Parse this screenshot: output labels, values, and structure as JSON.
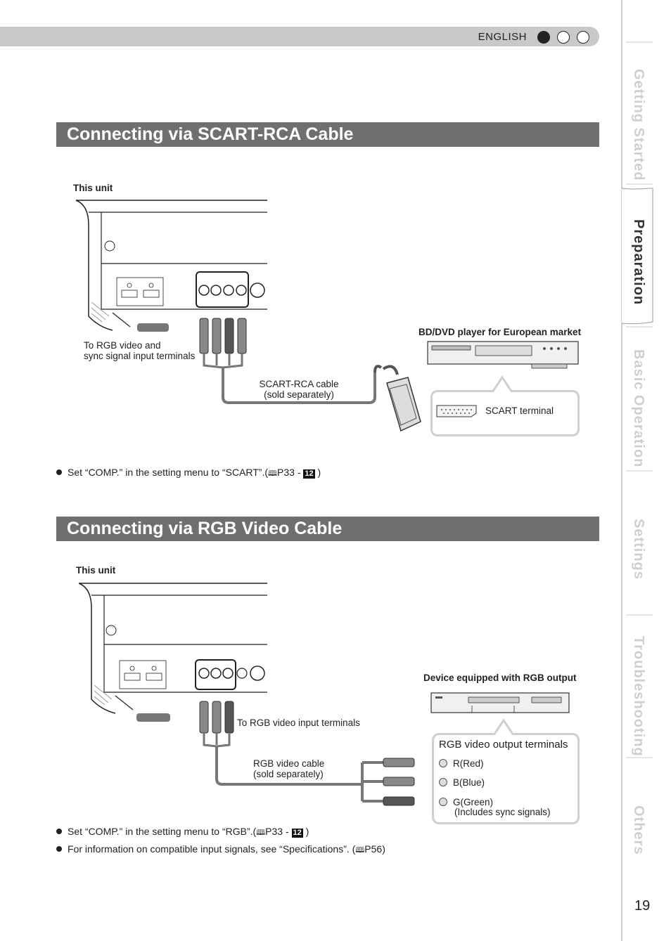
{
  "header": {
    "language": "ENGLISH"
  },
  "section1": {
    "title": "Connecting via SCART-RCA Cable",
    "unit_label": "This unit",
    "input_label_1": "To RGB video and",
    "input_label_2": "sync signal input terminals",
    "cable_label_1": "SCART-RCA cable",
    "cable_label_2": "(sold separately)",
    "device_label": "BD/DVD player for European market",
    "terminal_label": "SCART terminal",
    "note": "Set “COMP.” in the setting menu to “SCART”.(",
    "note_page": "P33 - ",
    "note_ref": "12",
    "note_end": " )"
  },
  "section2": {
    "title": "Connecting via RGB Video Cable",
    "unit_label": "This unit",
    "input_label": "To RGB video input terminals",
    "cable_label_1": "RGB video cable",
    "cable_label_2": "(sold separately)",
    "device_label": "Device equipped with RGB output",
    "terminals_title": "RGB video output terminals",
    "terminal_r": "R(Red)",
    "terminal_b": "B(Blue)",
    "terminal_g_1": "G(Green)",
    "terminal_g_2": "(Includes sync signals)",
    "note1": "Set “COMP.” in the setting menu to “RGB”.(",
    "note1_page": "P33 - ",
    "note1_ref": "12",
    "note1_end": " )",
    "note2": "For information on compatible input signals, see “Specifications”. (",
    "note2_page": "P56",
    "note2_end": ")"
  },
  "sidebar": {
    "tabs": [
      "Getting Started",
      "Preparation",
      "Basic Operation",
      "Settings",
      "Troubleshooting",
      "Others"
    ],
    "active": "Preparation"
  },
  "page_number": "19"
}
